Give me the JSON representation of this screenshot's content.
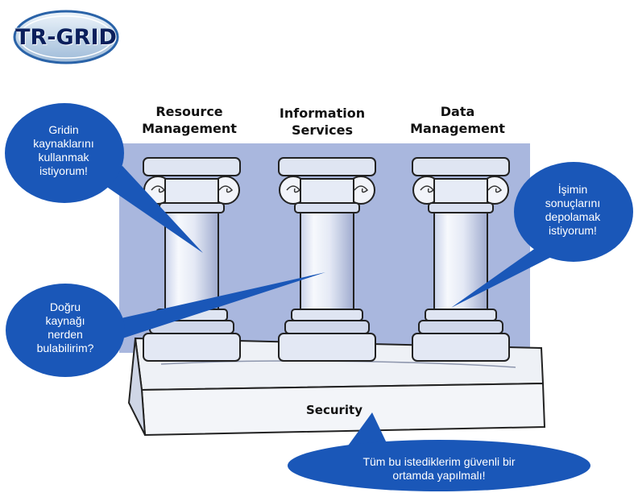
{
  "logo": {
    "text": "TR-GRID"
  },
  "pillars": [
    {
      "id": "resource",
      "title_line1": "Resource",
      "title_line2": "Management"
    },
    {
      "id": "information",
      "title_line1": "Information",
      "title_line2": "Services"
    },
    {
      "id": "data",
      "title_line1": "Data",
      "title_line2": "Management"
    }
  ],
  "base": {
    "label": "Security"
  },
  "callouts": [
    {
      "id": "use-resources",
      "lines": [
        "Gridin",
        "kaynaklarını",
        "kullanmak",
        "istiyorum!"
      ]
    },
    {
      "id": "store-results",
      "lines": [
        "İşimin",
        "sonuçlarını",
        "depolamak",
        "istiyorum!"
      ]
    },
    {
      "id": "find-resource",
      "lines": [
        "Doğru",
        "kaynağı",
        "nerden",
        "bulabilirim?"
      ]
    },
    {
      "id": "secure-environment",
      "lines": [
        "Tüm bu istediklerim güvenli bir",
        "ortamda yapılmalı!"
      ]
    }
  ],
  "colors": {
    "callout_fill": "#1a57b8",
    "background_panel": "#a9b7de",
    "column": "#e8ecf7",
    "base_top": "#eef1f6",
    "logo_ring": "#2a63a8"
  }
}
